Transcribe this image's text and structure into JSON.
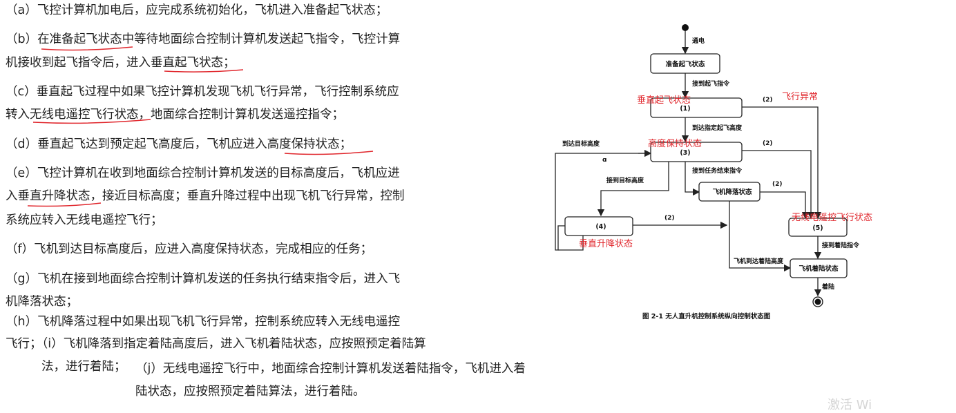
{
  "text_lines": [
    "（a）飞控计算机加电后，应完成系统初始化，飞机进入准备起飞状态；",
    "（b）在准备起飞状态中等待地面综合控制计算机发送起飞指令，飞控计算",
    "机接收到起飞指令后，进入垂直起飞状态；",
    "（c）垂直起飞过程中如果飞控计算机发现飞机飞行异常，飞行控制系统应",
    "转入无线电遥控飞行状态，地面综合控制计算机发送遥控指令；",
    "（d）垂直起飞达到预定起飞高度后，飞机应进入高度保持状态；",
    "（e）飞控计算机在收到地面综合控制计算机发送的目标高度后，飞机应进",
    "入垂直升降状态，接近目标高度；垂直升降过程中出现飞机飞行异常，控制",
    "系统应转入无线电遥控飞行；",
    "（f）飞机到达目标高度后，应进入高度保持状态，完成相应的任务；",
    "（g）飞机在接到地面综合控制计算机发送的任务执行结束指令后，进入飞",
    "机降落状态；",
    "（h）飞机降落过程中如果出现飞机飞行异常，控制系统应转入无线电遥控",
    "飞行；（i）飞机降落到指定着陆高度后，进入飞机着陆状态，应按照预定着陆算",
    "法，进行着陆；",
    "（j）无线电遥控飞行中，地面综合控制计算机发送着陆指令，飞机进入着",
    "陆状态，应按照预定着陆算法，进行着陆。"
  ],
  "diagram": {
    "states": {
      "ready": "准备起飞状态",
      "s1": "(1)",
      "s3": "(3)",
      "landing": "飞机降落状态",
      "s4": "(4)",
      "s5": "(5)",
      "touchdown": "飞机着陆状态"
    },
    "edges": {
      "power_on": "通电",
      "takeoff_cmd": "接到起飞指令",
      "reach_takeoff_alt": "到达指定起飞高度",
      "task_end_cmd": "接到任务结束指令",
      "target_alt_1": "到达目标高度",
      "target_alt_2": "接到目标高度",
      "landing_cmd": "接到着陆指令",
      "reach_landing_alt": "飞机到达着陆高度",
      "land": "着陆",
      "fault_1": "(2)",
      "fault_2": "(2)",
      "fault_3": "(2)",
      "fault_4": "(2)"
    },
    "annotations": {
      "vertical_takeoff": "垂直起飞状态",
      "flight_fault": "飞行异常",
      "altitude_hold": "高度保持状态",
      "radio_control": "无线电遥控飞行状态",
      "vertical_climb": "垂直升降状态"
    },
    "caption": "图 2-1 无人直升机控制系统纵向控制状态图",
    "tick_mark": "ɑ"
  },
  "watermark": "激活 Wi",
  "colors": {
    "annotation": "#e0262c",
    "underline": "#e0262c",
    "text": "#222222"
  }
}
